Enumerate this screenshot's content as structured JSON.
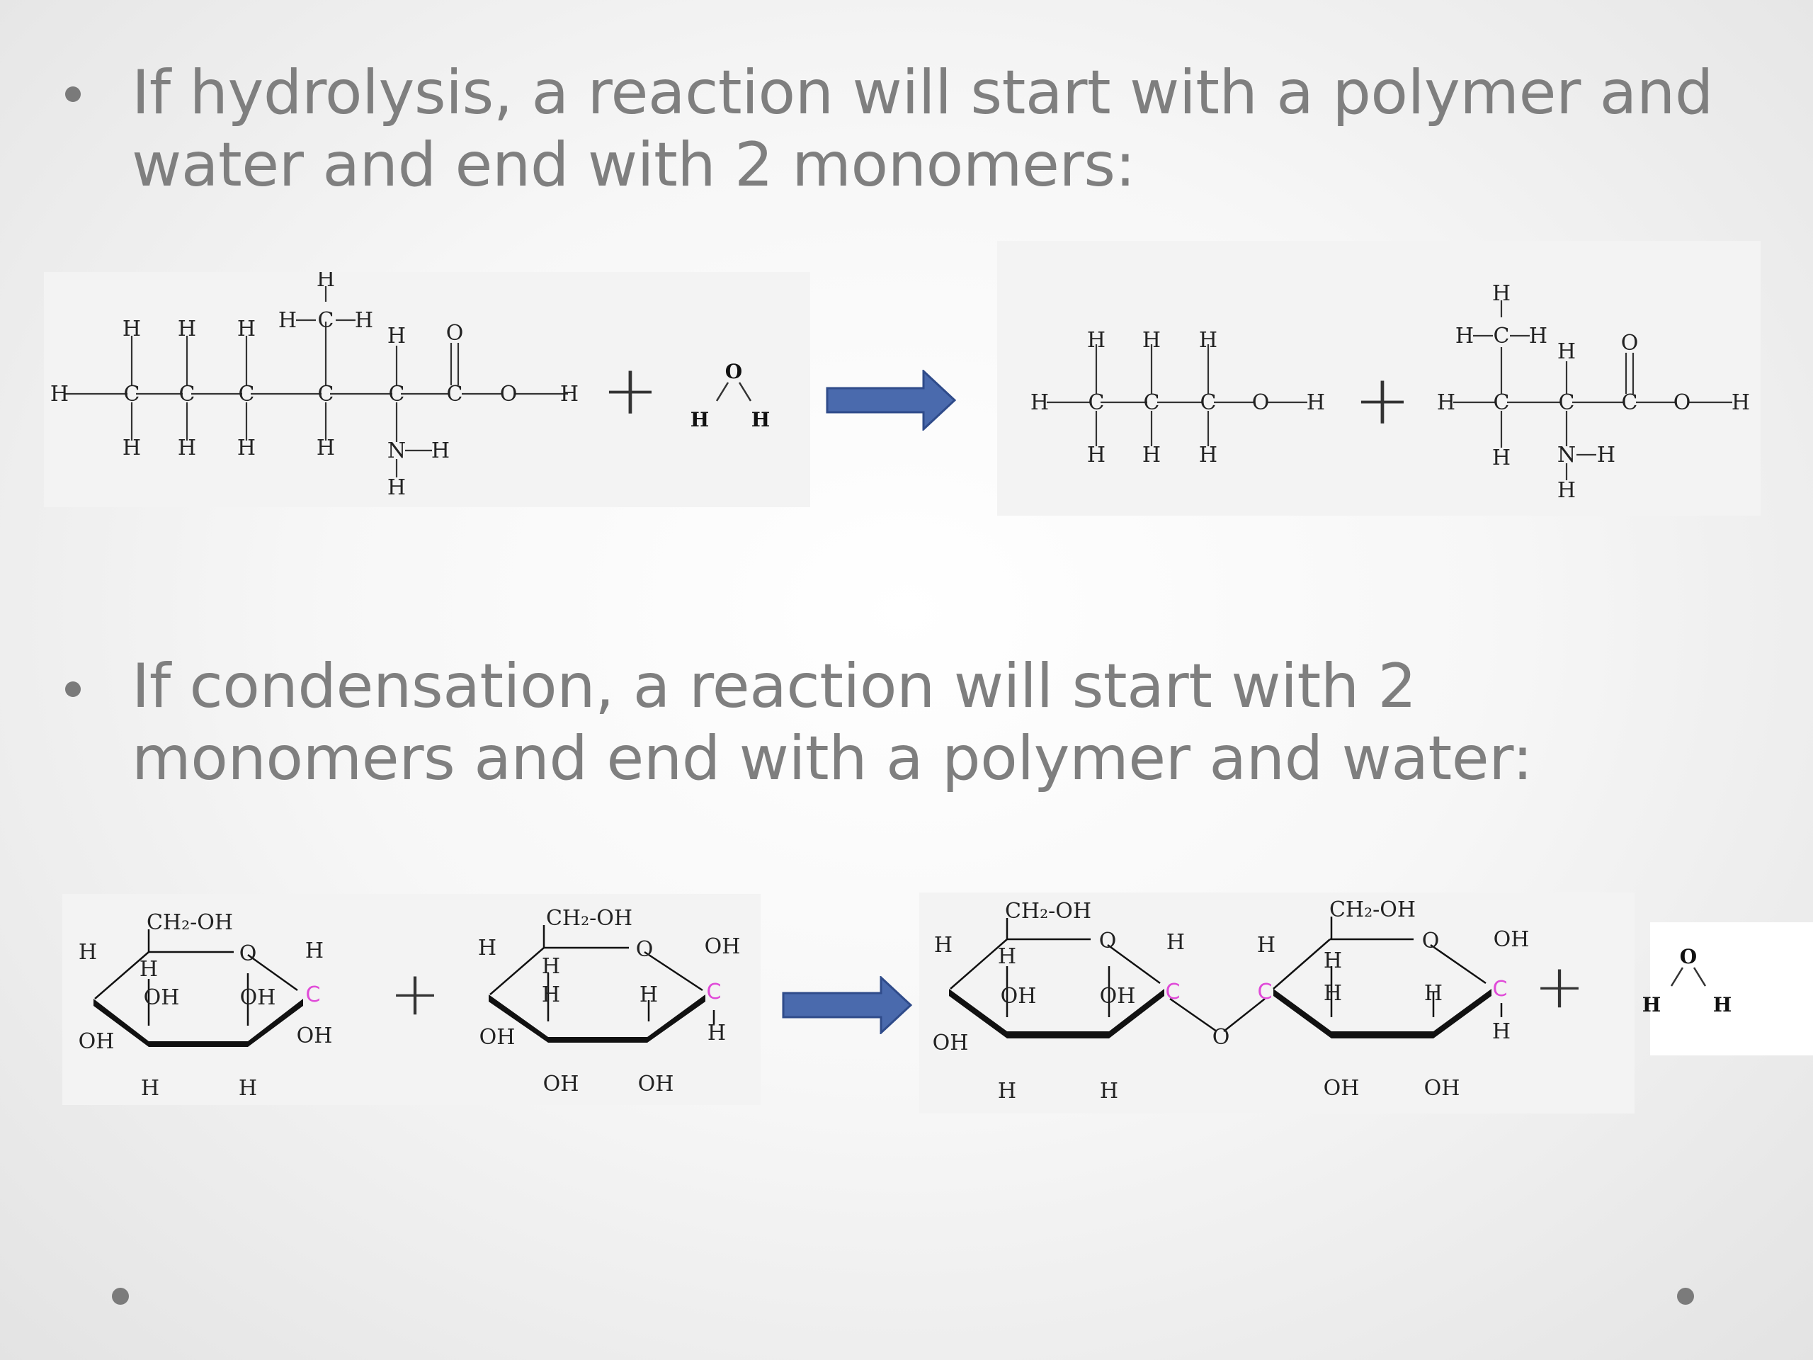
{
  "bullets": [
    {
      "text": "If hydrolysis, a reaction will start with a polymer and water and end with 2 monomers:"
    },
    {
      "text": "If condensation, a reaction will start with 2 monomers and end with a polymer and water:"
    }
  ],
  "atoms": {
    "H": "H",
    "C": "C",
    "O": "O",
    "N": "N",
    "plus": "+"
  },
  "sugar_labels": {
    "ch2oh": "CH₂-OH",
    "oh": "OH"
  },
  "colors": {
    "text": "#7f7f7f",
    "arrow": "#4a6aad",
    "arrow_stroke": "#2f4b8a",
    "highlight_c": "#e04ad8",
    "bond": "#333333"
  }
}
